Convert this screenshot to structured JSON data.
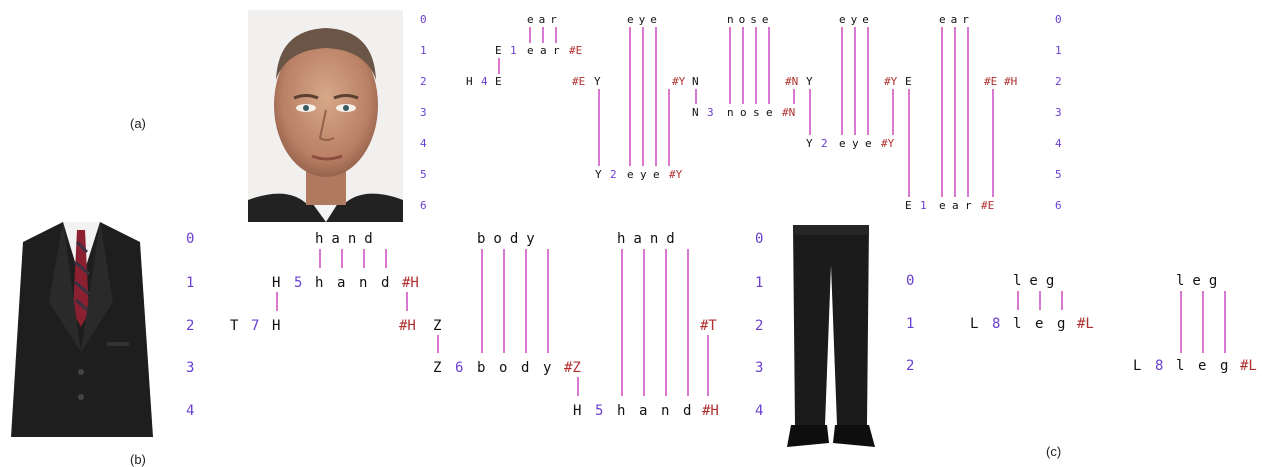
{
  "labels": {
    "a": "(a)",
    "b": "(b)",
    "c": "(c)"
  },
  "colors": {
    "number": "#6b3fd1",
    "hash": "#b03030",
    "line": "#c21fb0",
    "text": "#111111"
  },
  "photos": [
    "face-photo",
    "suit-jacket-photo",
    "trousers-photo"
  ],
  "panels": {
    "a": {
      "rows_left": [
        "0",
        "1",
        "2",
        "3",
        "4",
        "5",
        "6"
      ],
      "rows_right": [
        "0",
        "1",
        "2",
        "3",
        "4",
        "5",
        "6"
      ],
      "top_words": [
        "ear",
        "eye",
        "nose",
        "eye",
        "ear"
      ],
      "lines": [
        {
          "id": "a1",
          "chars": [
            "E",
            "1",
            "e",
            "a",
            "r",
            "#E"
          ]
        },
        {
          "id": "a2",
          "chars": [
            "H",
            "4",
            "E"
          ]
        },
        {
          "id": "a3",
          "chars": [
            "#E",
            "Y"
          ]
        },
        {
          "id": "a4",
          "chars": [
            "#Y",
            "N"
          ]
        },
        {
          "id": "a5",
          "chars": [
            "#N",
            "Y"
          ]
        },
        {
          "id": "a6",
          "chars": [
            "#Y",
            "E"
          ]
        },
        {
          "id": "a7",
          "chars": [
            "#E",
            "#H"
          ]
        },
        {
          "id": "a8",
          "chars": [
            "N",
            "3",
            "n",
            "o",
            "s",
            "e",
            "#N"
          ]
        },
        {
          "id": "a9",
          "chars": [
            "Y",
            "2",
            "e",
            "y",
            "e",
            "#Y"
          ]
        },
        {
          "id": "a10",
          "chars": [
            "Y",
            "2",
            "e",
            "y",
            "e",
            "#Y"
          ]
        },
        {
          "id": "a11",
          "chars": [
            "E",
            "1",
            "e",
            "a",
            "r",
            "#E"
          ]
        }
      ]
    },
    "b": {
      "rows_left": [
        "0",
        "1",
        "2",
        "3",
        "4"
      ],
      "rows_right": [
        "0",
        "1",
        "2",
        "3",
        "4"
      ],
      "top_words": [
        "hand",
        "body",
        "hand"
      ],
      "lines": [
        {
          "id": "b1",
          "chars": [
            "H",
            "5",
            "h",
            "a",
            "n",
            "d",
            "#H"
          ]
        },
        {
          "id": "b2",
          "chars": [
            "T",
            "7",
            "H"
          ]
        },
        {
          "id": "b3",
          "chars": [
            "#H",
            "Z"
          ]
        },
        {
          "id": "b4",
          "chars": [
            "#T"
          ]
        },
        {
          "id": "b5",
          "chars": [
            "Z",
            "6",
            "b",
            "o",
            "d",
            "y",
            "#Z"
          ]
        },
        {
          "id": "b6",
          "chars": [
            "H",
            "5",
            "h",
            "a",
            "n",
            "d",
            "#H"
          ]
        }
      ]
    },
    "c": {
      "rows": [
        "0",
        "1",
        "2"
      ],
      "top_words": [
        "leg",
        "leg"
      ],
      "lines": [
        {
          "id": "c1",
          "chars": [
            "L",
            "8",
            "l",
            "e",
            "g",
            "#L"
          ]
        },
        {
          "id": "c2",
          "chars": [
            "L",
            "8",
            "l",
            "e",
            "g",
            "#L"
          ]
        }
      ]
    }
  }
}
